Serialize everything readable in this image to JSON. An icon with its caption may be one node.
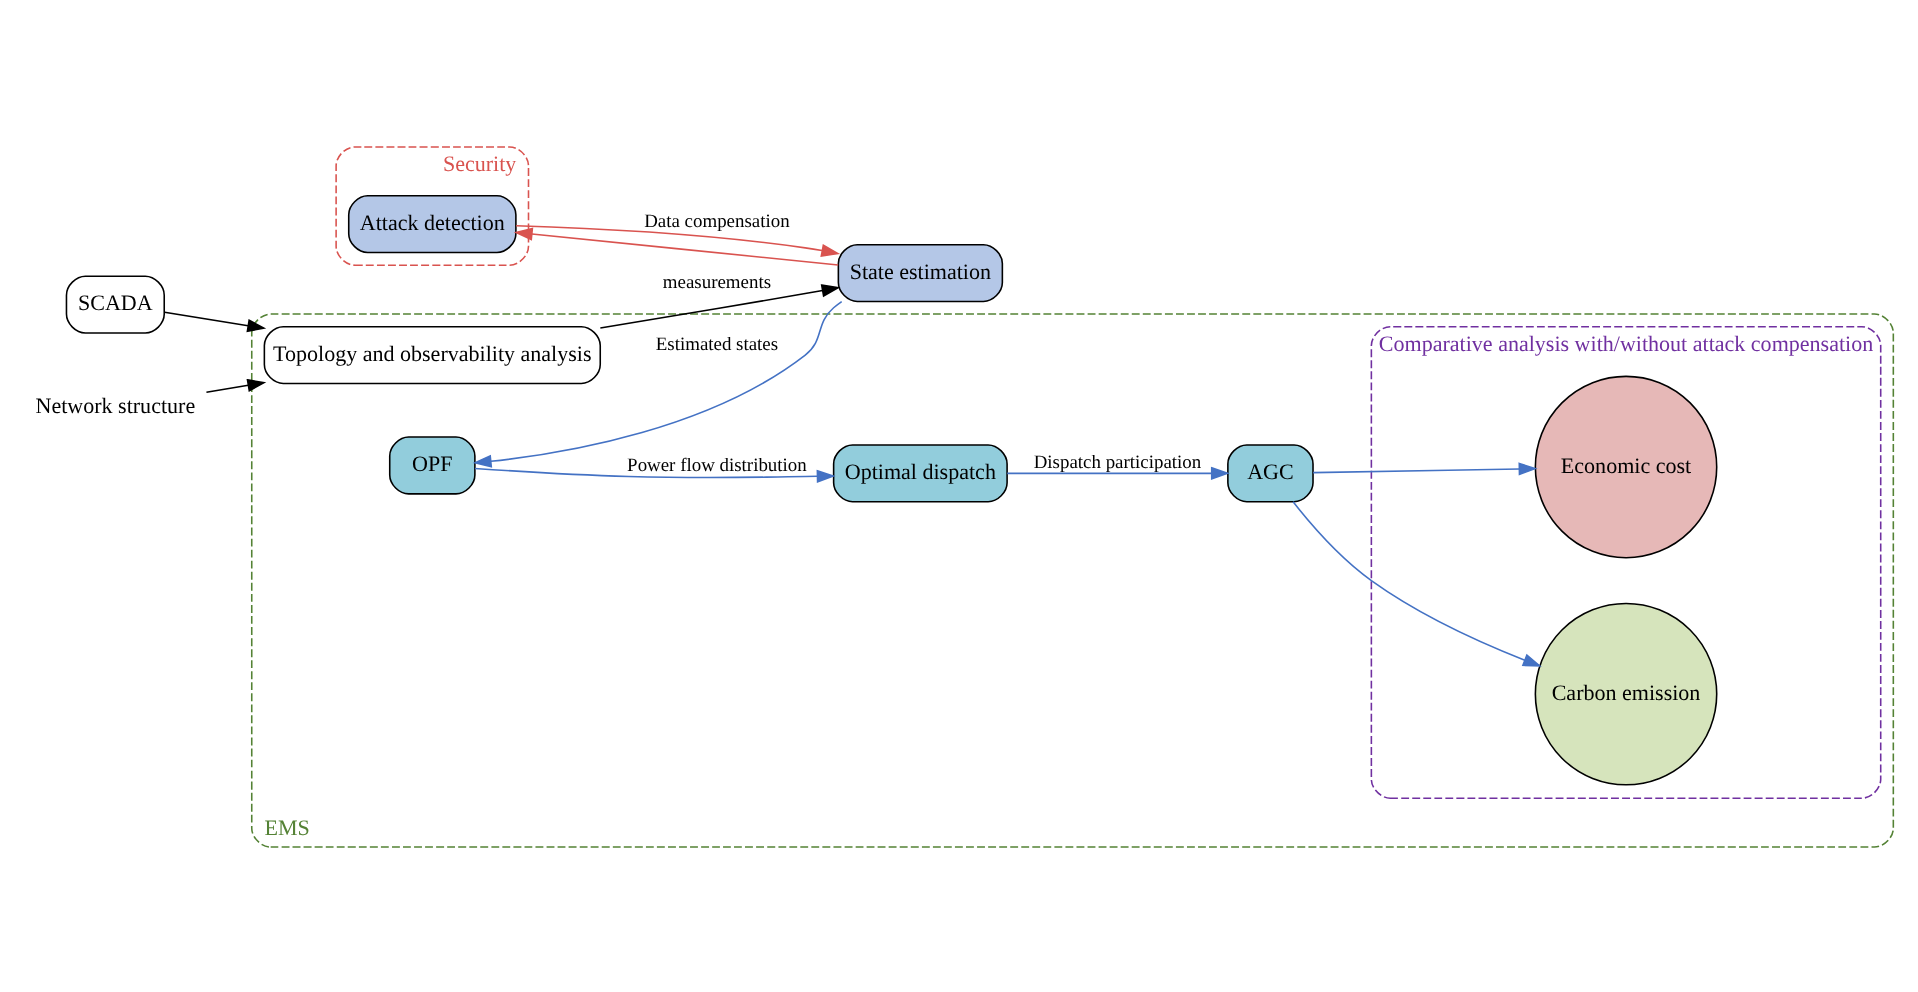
{
  "diagram": {
    "nodes": [
      {
        "text": [
          "EMS"
        ]
      },
      {
        "text": [
          "Security"
        ]
      },
      {
        "text": [
          "SCADA"
        ]
      },
      {
        "text": [
          "Topology and observability analysis"
        ],
        "in": 0
      },
      {
        "text": [
          "State estimation"
        ]
      },
      {
        "text": [
          "Attack detection"
        ],
        "in": 1
      },
      {
        "text": [
          "Comparative analysis with/without attack compensation"
        ],
        "in": 0
      },
      {
        "text": [
          "Carbon emission"
        ],
        "in": 6
      },
      {
        "text": [
          "Economic cost"
        ],
        "in": 6
      },
      {
        "text": [
          "OPF"
        ],
        "in": 0
      },
      {
        "text": [
          "Optimal dispatch"
        ],
        "in": 0
      },
      {
        "text": [
          "AGC"
        ],
        "in": 0
      },
      {
        "text": [
          "Network structure"
        ]
      }
    ],
    "edges": [
      {
        "from": 12,
        "to": 3,
        "arrow": "to",
        "color": "#000000"
      },
      {
        "from": 2,
        "to": 3,
        "arrow": "to",
        "color": "#000000"
      },
      {
        "from": 3,
        "to": 4,
        "arrow": "to",
        "label": "measurements",
        "color": "#000000"
      },
      {
        "from": 4,
        "to": 5,
        "arrow": "to",
        "color": "#d9534f"
      },
      {
        "from": 5,
        "to": 4,
        "arrow": "to",
        "label": "Data compensation",
        "color": "#d9534f"
      },
      {
        "from": 4,
        "to": 9,
        "arrow": "to",
        "label": "Estimated states",
        "color": "#4472c4"
      },
      {
        "from": 9,
        "to": 10,
        "arrow": "to",
        "label": "Power flow distribution",
        "color": "#4472c4"
      },
      {
        "from": 10,
        "to": 11,
        "arrow": "to",
        "label": "Dispatch participation",
        "color": "#4472c4"
      },
      {
        "from": 11,
        "to": 7,
        "arrow": "to",
        "color": "#4472c4"
      },
      {
        "from": 11,
        "to": 8,
        "arrow": "to",
        "color": "#4472c4"
      }
    ]
  }
}
